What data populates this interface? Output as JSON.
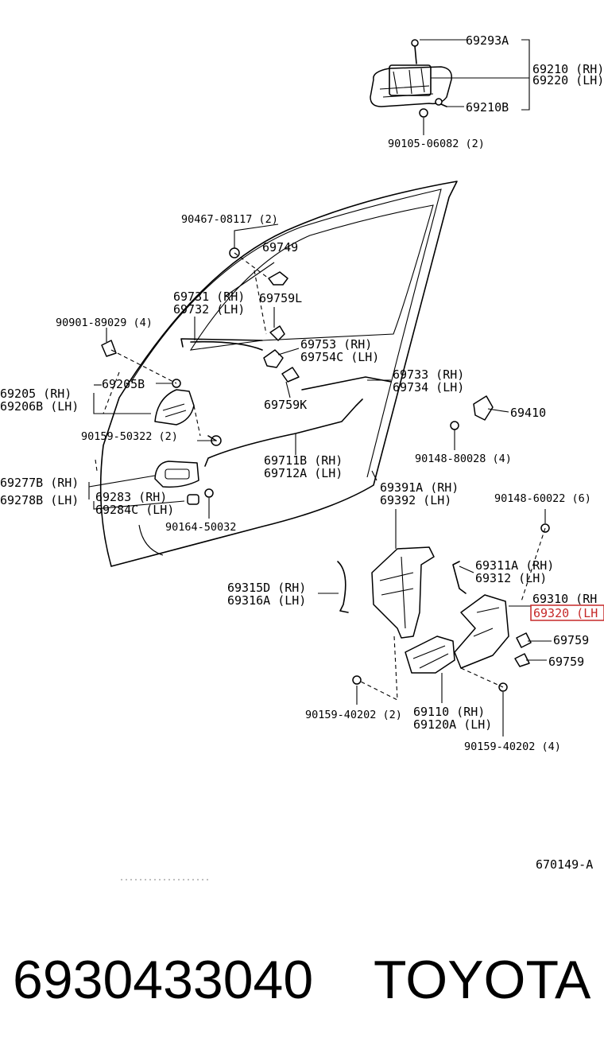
{
  "diagram": {
    "labels": {
      "p69293A": "69293A",
      "p69210": "69210 (RH)",
      "p69220": "69220 (LH)",
      "p69210B": "69210B",
      "p90105": "90105-06082 (2)",
      "p90467": "90467-08117 (2)",
      "p69749": "69749",
      "p69731": "69731 (RH)",
      "p69732": "69732 (LH)",
      "p69759L": "69759L",
      "p90901": "90901-89029 (4)",
      "p69753": "69753  (RH)",
      "p69754C": "69754C (LH)",
      "p69733": "69733 (RH)",
      "p69734": "69734 (LH)",
      "p69205": "69205  (RH)",
      "p69206B": "69206B (LH)",
      "p69205B": "69205B",
      "p69759K": "69759K",
      "p69410": "69410",
      "p90159_50322": "90159-50322 (2)",
      "p69711B": "69711B (RH)",
      "p69712A": "69712A (LH)",
      "p90148_80028": "90148-80028 (4)",
      "p69277B": "69277B (RH)",
      "p69278B": "69278B (LH)",
      "p69283": "69283  (RH)",
      "p69284C": "69284C (LH)",
      "p69391A": "69391A (RH)",
      "p69392": "69392   (LH)",
      "p90148_60022": "90148-60022 (6)",
      "p90164": "90164-50032",
      "p69311A": "69311A (RH)",
      "p69312": "69312  (LH)",
      "p69315D": "69315D (RH)",
      "p69316A": "69316A (LH)",
      "p69310": "69310 (RH",
      "p69320": "69320 (LH",
      "p69759a": "69759",
      "p69759b": "69759",
      "p69110": "69110  (RH)",
      "p69120A": "69120A (LH)",
      "p90159_40202a": "90159-40202 (2)",
      "p90159_40202b": "90159-40202 (4)",
      "p670149": "670149-A"
    },
    "footer": {
      "part_number": "6930433040",
      "brand": "TOYOTA"
    },
    "highlight_color": "#c62828"
  }
}
